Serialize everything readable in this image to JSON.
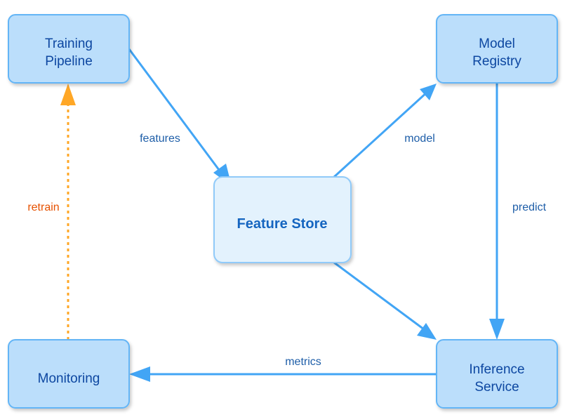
{
  "nodes": {
    "training_pipeline": {
      "line1": "Training",
      "line2": "Pipeline"
    },
    "model_registry": {
      "line1": "Model",
      "line2": "Registry"
    },
    "feature_store": {
      "label": "Feature Store"
    },
    "monitoring": {
      "label": "Monitoring"
    },
    "inference_service": {
      "line1": "Inference",
      "line2": "Service"
    }
  },
  "edges": {
    "features": "features",
    "model": "model",
    "predict": "predict",
    "metrics": "metrics",
    "retrain": "retrain"
  },
  "colors": {
    "node_fill": "#bbdefb",
    "node_stroke": "#64b5f6",
    "center_fill": "#e3f2fd",
    "edge": "#42a5f5",
    "retrain_edge": "#ffa726",
    "retrain_label": "#e65100"
  }
}
